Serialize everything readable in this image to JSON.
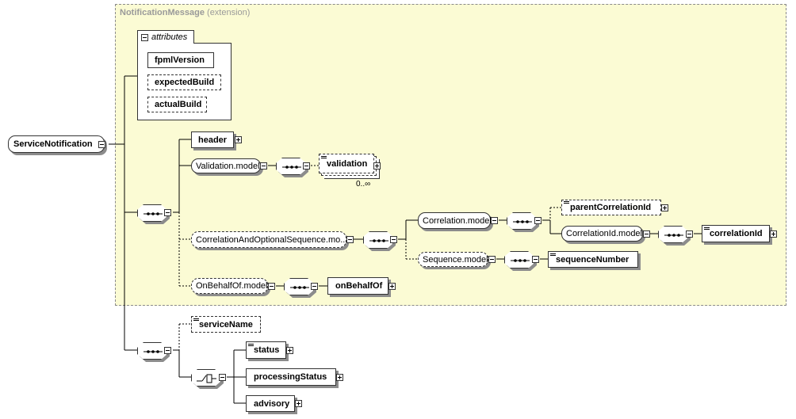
{
  "root": {
    "label": "ServiceNotification"
  },
  "extension": {
    "title": "NotificationMessage",
    "subtitle": "(extension)"
  },
  "attributes": {
    "label": "attributes",
    "items": [
      "fpmlVersion",
      "expectedBuild",
      "actualBuild"
    ]
  },
  "elements": {
    "header": "header",
    "validation_model": "Validation.model",
    "validation": "validation",
    "validation_card": "0..∞",
    "corr_opt_seq_model": "CorrelationAndOptionalSequence.mo...",
    "correlation_model": "Correlation.model",
    "parent_correlation_id": "parentCorrelationId",
    "correlation_id_model": "CorrelationId.model",
    "correlation_id": "correlationId",
    "sequence_model": "Sequence.model",
    "sequence_number": "sequenceNumber",
    "on_behalf_of_model": "OnBehalfOf.model",
    "on_behalf_of": "onBehalfOf",
    "service_name": "serviceName",
    "status": "status",
    "processing_status": "processingStatus",
    "advisory": "advisory"
  }
}
